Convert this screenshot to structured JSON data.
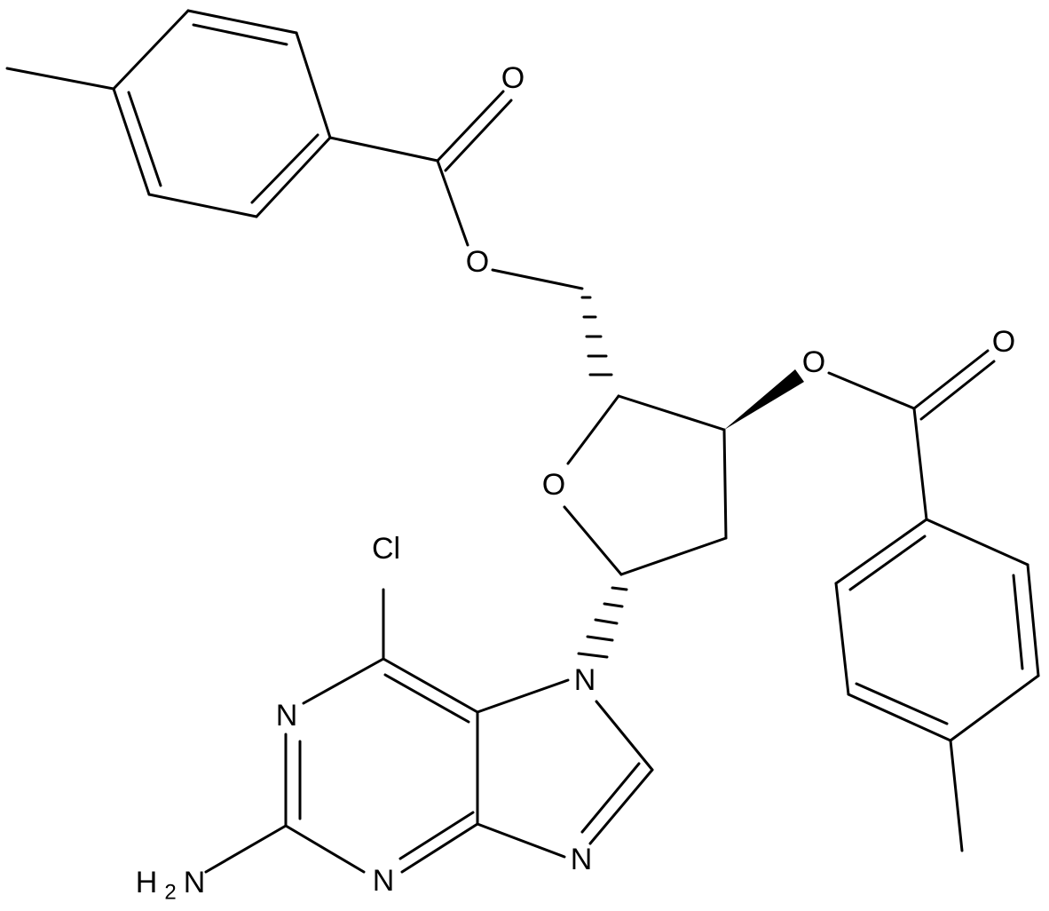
{
  "molecule": {
    "atoms": {
      "o_carbonyl_5": "O",
      "o_ester_5": "O",
      "o_ester_3": "O",
      "o_carbonyl_3": "O",
      "o_ring": "O",
      "cl": "Cl",
      "n7": "N",
      "n1": "N",
      "n3": "N",
      "n9": "N",
      "nh2_h": "H",
      "nh2_sub": "2",
      "nh2_n": "N"
    }
  },
  "colors": {
    "ink": "#000000",
    "background": "#ffffff"
  }
}
